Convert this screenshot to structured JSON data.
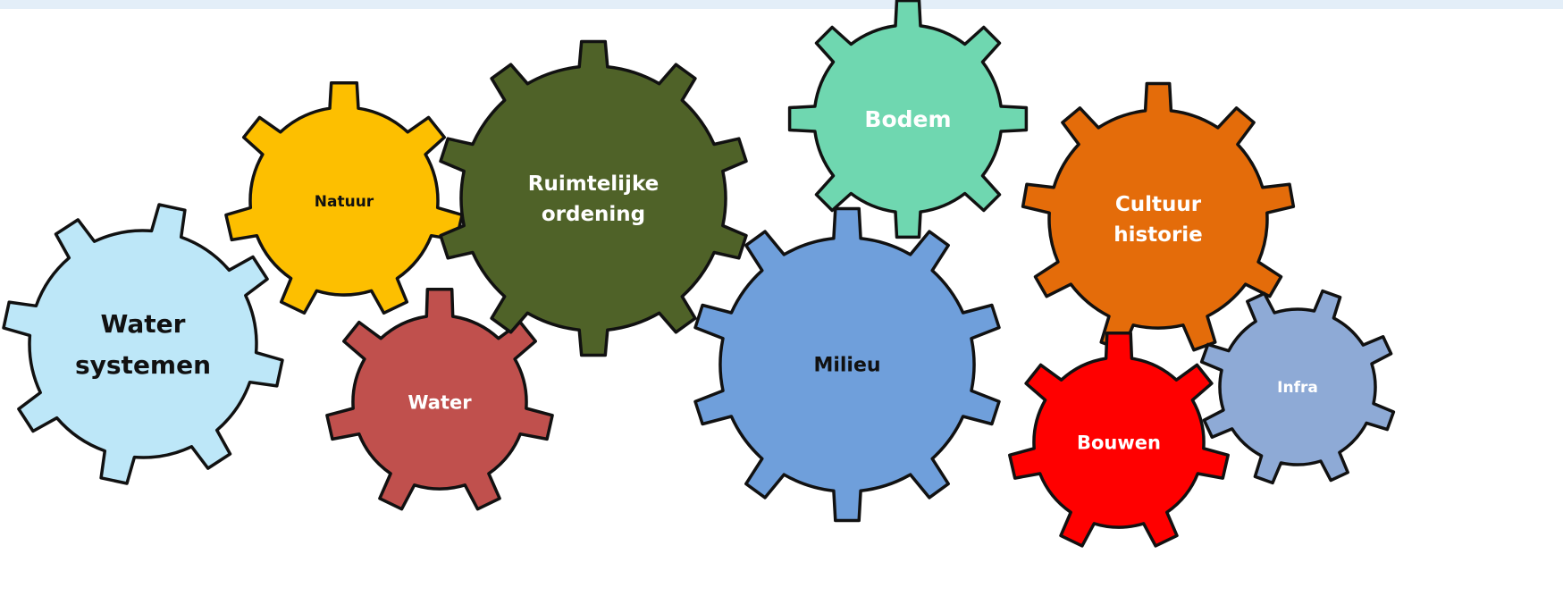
{
  "gears": [
    {
      "id": "water-systemen",
      "lines": [
        "Water",
        "systemen"
      ],
      "fill": "#bde7f8",
      "text_color": "#111111"
    },
    {
      "id": "natuur",
      "lines": [
        "Natuur"
      ],
      "fill": "#fdbf00",
      "text_color": "#111111"
    },
    {
      "id": "water",
      "lines": [
        "Water"
      ],
      "fill": "#c0504d",
      "text_color": "#ffffff"
    },
    {
      "id": "ruimtelijke-ordening",
      "lines": [
        "Ruimtelijke",
        "ordening"
      ],
      "fill": "#4f6228",
      "text_color": "#ffffff"
    },
    {
      "id": "bodem",
      "lines": [
        "Bodem"
      ],
      "fill": "#6fd7b0",
      "text_color": "#ffffff"
    },
    {
      "id": "milieu",
      "lines": [
        "Milieu"
      ],
      "fill": "#6f9fdb",
      "text_color": "#111111"
    },
    {
      "id": "cultuurhistorie",
      "lines": [
        "Cultuur",
        "historie"
      ],
      "fill": "#e46c0a",
      "text_color": "#ffffff"
    },
    {
      "id": "bouwen",
      "lines": [
        "Bouwen"
      ],
      "fill": "#ff0000",
      "text_color": "#ffffff"
    },
    {
      "id": "infra",
      "lines": [
        "Infra"
      ],
      "fill": "#8eaad6",
      "text_color": "#ffffff"
    }
  ]
}
